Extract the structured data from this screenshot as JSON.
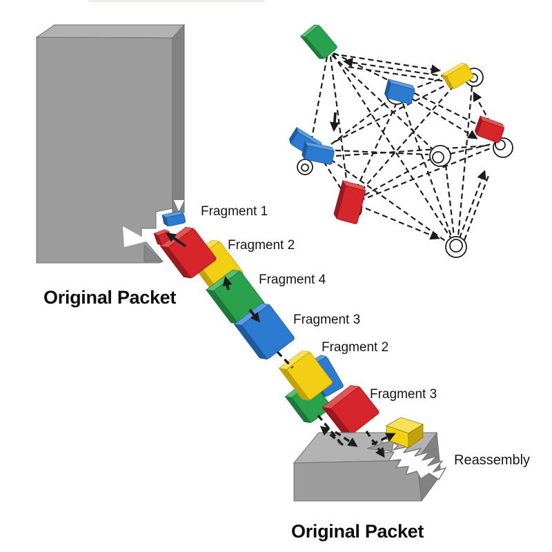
{
  "diagram": {
    "source_packet": {
      "label": "Original Packet"
    },
    "destination_packet": {
      "label": "Original Packet"
    },
    "reassembly": {
      "label": "Reassembly"
    },
    "cascade_labels": [
      "Fragment 1",
      "Fragment 2",
      "Fragment 4",
      "Fragment 3",
      "Fragment 2",
      "Fragment 3"
    ],
    "network": {
      "nodes": [
        "green-fragment",
        "blue-fragment",
        "yellow-fragment",
        "red-fragment",
        "blue-pair-fragment",
        "red-tall-fragment",
        "relay-ring-left",
        "relay-ring-middle",
        "relay-ring-right",
        "relay-ring-bottom"
      ]
    },
    "colors": {
      "red": "#d6262c",
      "red_light": "#e25555",
      "red_dark": "#9a181e",
      "yellow": "#f3cf14",
      "yellow_light": "#f8e158",
      "yellow_dark": "#c2a20b",
      "green": "#2aa24d",
      "green_light": "#55bd74",
      "green_dark": "#1b7a37",
      "blue": "#2b7cd0",
      "blue_light": "#5d9cdf",
      "blue_dark": "#1d5a9e",
      "gray_top": "#b2b2b2",
      "gray_front": "#9c9c9c",
      "gray_side": "#828282",
      "line": "#1c1c1c",
      "background": "#ffffff"
    }
  }
}
